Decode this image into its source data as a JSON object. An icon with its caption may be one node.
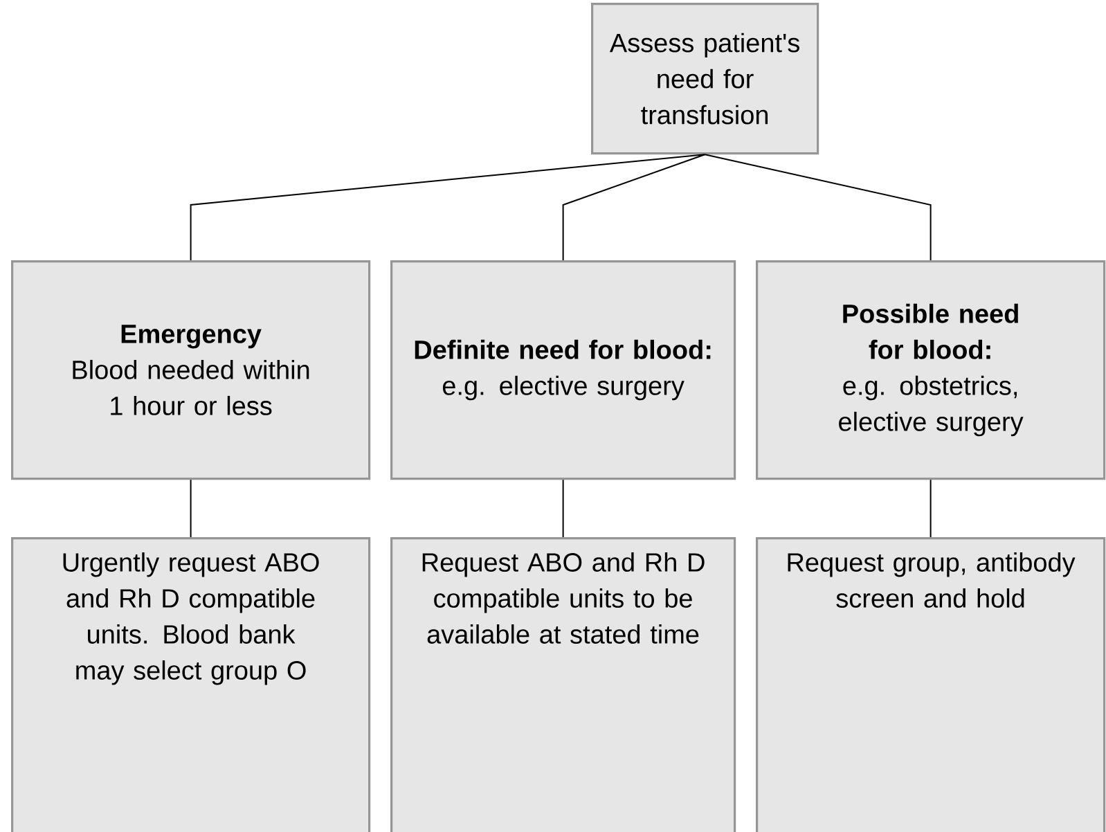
{
  "diagram": {
    "nodes": [
      {
        "text": [
          "Assess patient's need for transfusion"
        ]
      },
      {
        "text": [
          "Emergency",
          "Blood needed within 1 hour or less"
        ]
      },
      {
        "text": [
          "Definite need for blood:",
          "e.g. elective surgery"
        ]
      },
      {
        "text": [
          "Possible need for blood:",
          "e.g. obstetrics, elective surgery"
        ]
      },
      {
        "text": [
          "Urgently request ABO and Rh D compatible units. Blood bank may select group O"
        ]
      },
      {
        "text": [
          "Request ABO and Rh D compatible units to be available at stated time"
        ]
      },
      {
        "text": [
          "Request group, antibody screen and hold"
        ]
      }
    ],
    "edges": [
      {
        "from": 0,
        "to": 1,
        "arrow": "none"
      },
      {
        "from": 0,
        "to": 2,
        "arrow": "none"
      },
      {
        "from": 0,
        "to": 3,
        "arrow": "none"
      },
      {
        "from": 1,
        "to": 4,
        "arrow": "none"
      },
      {
        "from": 2,
        "to": 5,
        "arrow": "none"
      },
      {
        "from": 3,
        "to": 6,
        "arrow": "none"
      }
    ]
  }
}
